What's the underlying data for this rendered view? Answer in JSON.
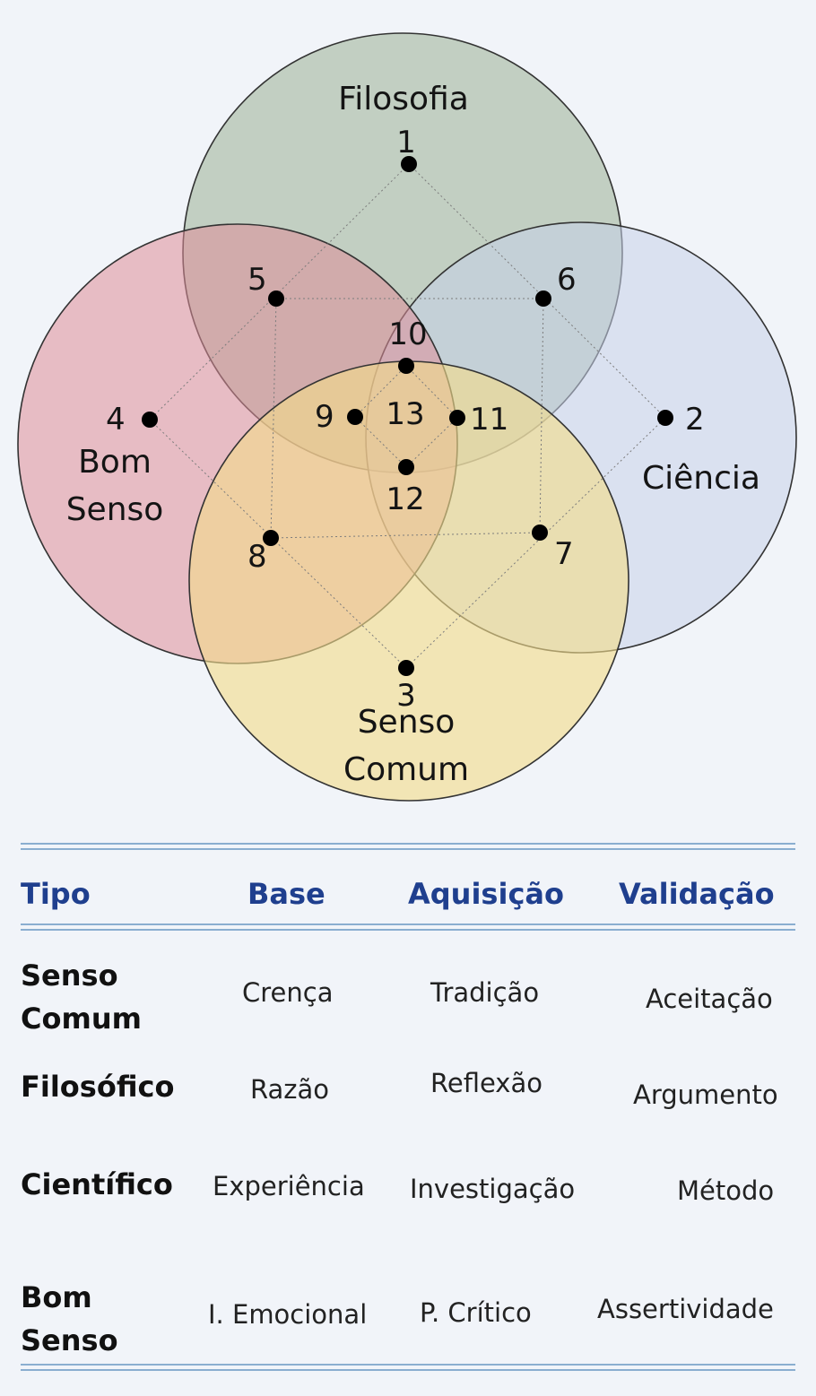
{
  "diagram": {
    "circles": [
      {
        "label": "Filosofia",
        "color": "#a4b8a0"
      },
      {
        "label": "Ciência",
        "color": "#c7d1ea"
      },
      {
        "label": "Bom Senso",
        "color": "#df8e99"
      },
      {
        "label": "Senso Comum",
        "color": "#f2dc8a"
      }
    ],
    "labels": {
      "filosofia": "Filosofia",
      "ciencia": "Ciência",
      "bom_senso_line1": "Bom",
      "bom_senso_line2": "Senso",
      "senso_comum_line1": "Senso",
      "senso_comum_line2": "Comum"
    },
    "points": [
      "1",
      "2",
      "3",
      "4",
      "5",
      "6",
      "7",
      "8",
      "9",
      "10",
      "11",
      "12",
      "13"
    ]
  },
  "table": {
    "headers": [
      "Tipo",
      "Base",
      "Aquisição",
      "Validação"
    ],
    "rows": [
      {
        "tipo_line1": "Senso",
        "tipo_line2": "Comum",
        "base": "Crença",
        "aquisicao": "Tradição",
        "validacao": "Aceitação"
      },
      {
        "tipo_line1": "Filosófico",
        "tipo_line2": "",
        "base": "Razão",
        "aquisicao": "Reflexão",
        "validacao": "Argumento"
      },
      {
        "tipo_line1": "Científico",
        "tipo_line2": "",
        "base": "Experiência",
        "aquisicao": "Investigação",
        "validacao": "Método"
      },
      {
        "tipo_line1": "Bom",
        "tipo_line2": "Senso",
        "base": "I. Emocional",
        "aquisicao": "P. Crítico",
        "validacao": "Assertividade"
      }
    ],
    "header_color": "#1f3f8e",
    "rule_color": "#8aaed0"
  }
}
